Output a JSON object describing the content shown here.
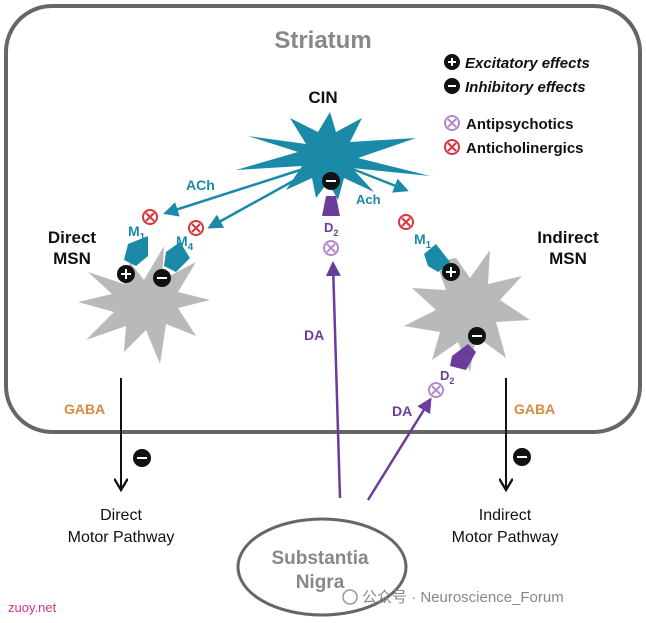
{
  "title": "Striatum",
  "legend": {
    "excitatory": "Excitatory effects",
    "inhibitory": "Inhibitory effects",
    "antipsychotics": "Antipsychotics",
    "anticholinergics": "Anticholinergics"
  },
  "nodes": {
    "cin": "CIN",
    "direct_msn_line1": "Direct",
    "direct_msn_line2": "MSN",
    "indirect_msn_line1": "Indirect",
    "indirect_msn_line2": "MSN",
    "substantia_line1": "Substantia",
    "substantia_line2": "Nigra"
  },
  "signals": {
    "ach_left": "ACh",
    "ach_right": "Ach",
    "da_center": "DA",
    "da_right": "DA",
    "gaba_left": "GABA",
    "gaba_right": "GABA"
  },
  "receptors": {
    "m1_left": "M",
    "m1_left_sub": "1",
    "m4": "M",
    "m4_sub": "4",
    "m1_right": "M",
    "m1_right_sub": "1",
    "d2_center": "D",
    "d2_center_sub": "2",
    "d2_right": "D",
    "d2_right_sub": "2"
  },
  "pathways": {
    "direct_line1": "Direct",
    "direct_line2": "Motor Pathway",
    "indirect_line1": "Indirect",
    "indirect_line2": "Motor Pathway"
  },
  "watermark": {
    "left": "zuoy.net",
    "right": "公众号 · Neuroscience_Forum"
  },
  "colors": {
    "teal": "#1a8aa8",
    "purple": "#6b3d9a",
    "purple_light": "#b58ac9",
    "red": "#d9363e",
    "gray": "#b9b9b9",
    "border": "#666666",
    "gaba": "#d88a3e"
  }
}
